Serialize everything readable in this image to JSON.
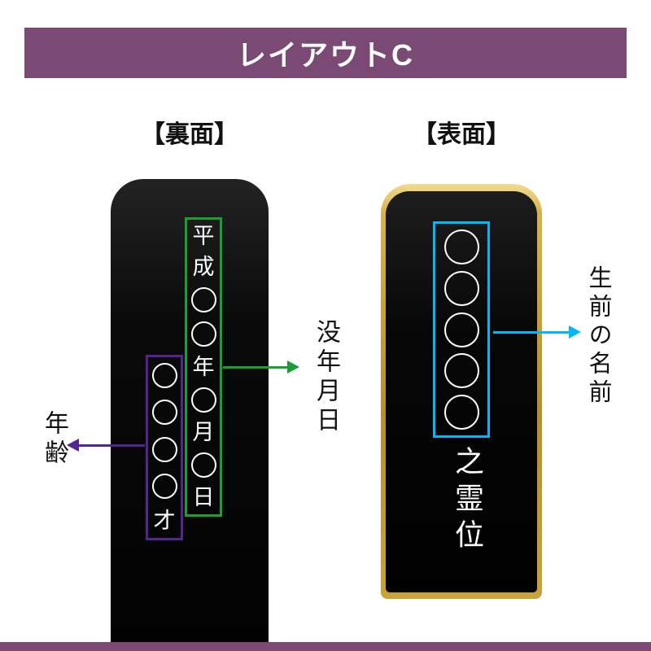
{
  "header": {
    "title": "レイアウトC",
    "bar_color": "#7a4a74"
  },
  "back_panel": {
    "heading": "【裏面】",
    "date_column": [
      "平",
      "成",
      "○",
      "○",
      "年",
      "○",
      "月",
      "○",
      "日"
    ],
    "age_column": [
      "○",
      "○",
      "○",
      "○",
      "才"
    ],
    "labels": {
      "death_date": "没年月日",
      "age": "年齢"
    },
    "colors": {
      "date_box": "#18a035",
      "age_box": "#55258f"
    }
  },
  "front_panel": {
    "heading": "【表面】",
    "name_column": [
      "○",
      "○",
      "○",
      "○",
      "○"
    ],
    "memorial_text": "之霊位",
    "labels": {
      "name": "生前の名前"
    },
    "colors": {
      "name_box": "#00b9f2",
      "rim": "#c9a227"
    }
  }
}
